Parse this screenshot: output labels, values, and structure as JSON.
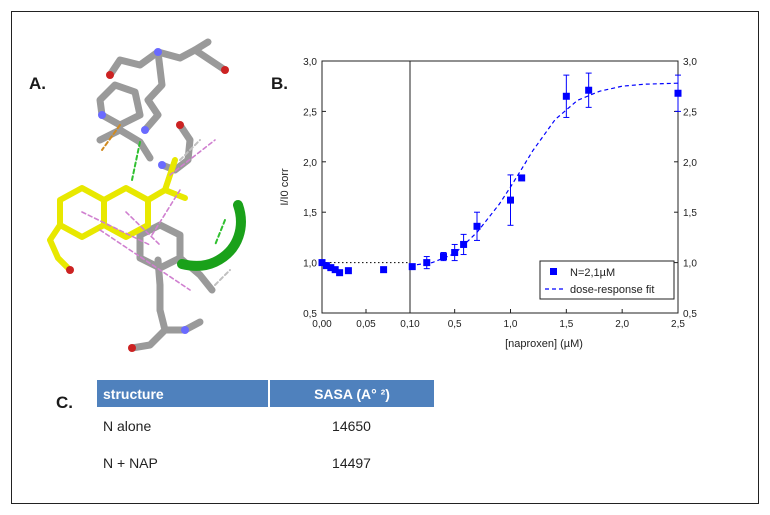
{
  "labels": {
    "panel_a": "A.",
    "panel_b": "B.",
    "panel_c": "C."
  },
  "table": {
    "headers": [
      "structure",
      "SASA (A° ²)"
    ],
    "rows": [
      [
        "N alone",
        "14650"
      ],
      [
        "N + NAP",
        "14497"
      ]
    ]
  },
  "colors": {
    "series": "#0000ff",
    "table_header": "#4f81bd",
    "ligand": "#e8e800",
    "ribbon": "#1aa11a",
    "atom_carbon": "#9a9a9a"
  },
  "chart_data": {
    "type": "scatter",
    "xlabel": "[naproxen] (µM)",
    "ylabel": "I/I0 corr",
    "ylim": [
      0.5,
      3.0
    ],
    "yticks": [
      "0,5",
      "1,0",
      "1,5",
      "2,0",
      "2,5",
      "3,0"
    ],
    "broken_x_axis": true,
    "segments": [
      {
        "xlim": [
          0,
          0.1
        ],
        "xticks": [
          "0,00",
          "0,05"
        ]
      },
      {
        "xlim": [
          0.1,
          2.5
        ],
        "xticks": [
          "0,10",
          "0,5",
          "1,0",
          "1,5",
          "2,0",
          "2,5"
        ]
      }
    ],
    "xtick_values": [
      [
        0,
        0.05
      ],
      [
        0.1,
        0.5,
        1.0,
        1.5,
        2.0,
        2.5
      ]
    ],
    "ytick_values": [
      0.5,
      1.0,
      1.5,
      2.0,
      2.5,
      3.0
    ],
    "series": [
      {
        "name": "N=2,1µM",
        "marker": "square",
        "color": "#0000ff",
        "x": [
          0,
          0.005,
          0.01,
          0.015,
          0.02,
          0.03,
          0.07,
          0.12,
          0.25,
          0.4,
          0.5,
          0.58,
          0.7,
          1.0,
          1.1,
          1.5,
          1.7,
          2.5
        ],
        "y": [
          1.0,
          0.97,
          0.95,
          0.93,
          0.9,
          0.92,
          0.93,
          0.96,
          1.0,
          1.06,
          1.1,
          1.18,
          1.36,
          1.62,
          1.84,
          2.65,
          2.71,
          2.68
        ],
        "yerr": [
          0,
          0,
          0,
          0,
          0,
          0,
          0,
          0,
          0.06,
          0.04,
          0.08,
          0.1,
          0.14,
          0.25,
          0,
          0.21,
          0.17,
          0.18
        ]
      },
      {
        "name": "dose-response fit",
        "style": "dashed",
        "color": "#0000ff",
        "x": [
          0.1,
          0.3,
          0.5,
          0.7,
          0.9,
          1.0,
          1.1,
          1.2,
          1.4,
          1.6,
          1.8,
          2.0,
          2.2,
          2.5
        ],
        "y": [
          0.97,
          1.0,
          1.09,
          1.3,
          1.58,
          1.75,
          1.93,
          2.11,
          2.42,
          2.61,
          2.7,
          2.75,
          2.77,
          2.78
        ]
      }
    ],
    "baseline": {
      "x": [
        0,
        0.1
      ],
      "y": [
        1.0,
        1.0
      ],
      "style": "dotted",
      "color": "#000000"
    },
    "legend_position": "bottom-right"
  }
}
